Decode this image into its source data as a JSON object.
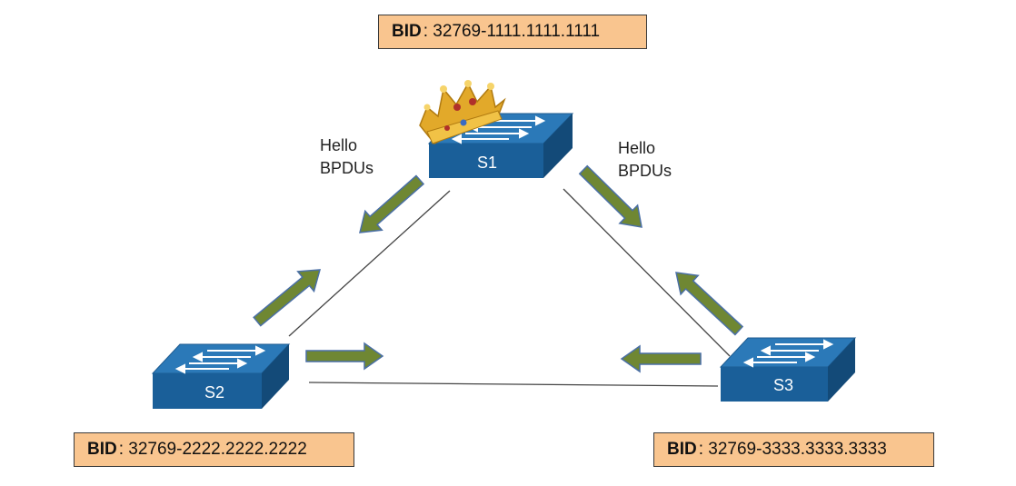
{
  "colors": {
    "switch_top": "#2b79b8",
    "switch_front": "#1a5f99",
    "switch_side": "#134a78",
    "arrow_fill": "#6f8733",
    "arrow_stroke": "#4a6fa5",
    "bid_bg": "#f9c58f",
    "link": "#444444",
    "crown": "#e2a92a"
  },
  "root_bridge": {
    "bid_label": "BID",
    "bid_value": ": 32769-1111.1111.1111",
    "switch_name": "S1",
    "icon": "crown-icon"
  },
  "bridges": [
    {
      "id": "s2",
      "switch_name": "S2",
      "bid_label": "BID",
      "bid_value": ": 32769-2222.2222.2222"
    },
    {
      "id": "s3",
      "switch_name": "S3",
      "bid_label": "BID",
      "bid_value": ": 32769-3333.3333.3333"
    }
  ],
  "labels": {
    "left": {
      "line1": "Hello",
      "line2": "BPDUs"
    },
    "right": {
      "line1": "Hello",
      "line2": "BPDUs"
    }
  }
}
